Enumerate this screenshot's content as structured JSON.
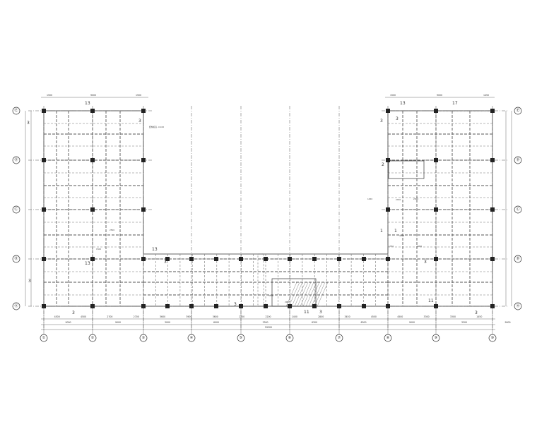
{
  "drawing": {
    "axes_bottom": [
      "①",
      "②",
      "③",
      "④",
      "⑤",
      "⑥",
      "⑦",
      "⑧",
      "⑨",
      "⑩"
    ],
    "axes_left": [
      "Ⓔ",
      "Ⓓ",
      "Ⓒ",
      "Ⓑ",
      "Ⓐ"
    ],
    "axes_right": [
      "Ⓔ",
      "Ⓓ",
      "Ⓒ",
      "Ⓑ",
      "Ⓐ"
    ],
    "dims_bottom_1": [
      "4500",
      "4500",
      "2700",
      "2700",
      "3600",
      "3900",
      "3600",
      "2700",
      "2200",
      "1400",
      "2800",
      "3450",
      "4500",
      "4500",
      "3300",
      "3300",
      "1450"
    ],
    "dims_bottom_2": [
      "9000",
      "9000",
      "3000",
      "6000",
      "3300",
      "6300",
      "6300",
      "9000",
      "3300",
      "9000"
    ],
    "dims_bottom_total": "59300",
    "dims_top_left": [
      "1500",
      "9000",
      "1500"
    ],
    "dims_top_right": [
      "1500",
      "9000",
      "1450"
    ],
    "slab_marks": [
      "3",
      "13",
      "3",
      "3",
      "3",
      "13",
      "13",
      "3",
      "3",
      "3",
      "3",
      "13",
      "17",
      "2",
      "1",
      "1",
      "3",
      "11",
      "3",
      "11",
      "3"
    ],
    "notes": [
      "结构标高 -0.100",
      "2960",
      "3700",
      "1450",
      "2700",
      "2500",
      "4200",
      "1760",
      "1960",
      "2500",
      "1500"
    ]
  }
}
